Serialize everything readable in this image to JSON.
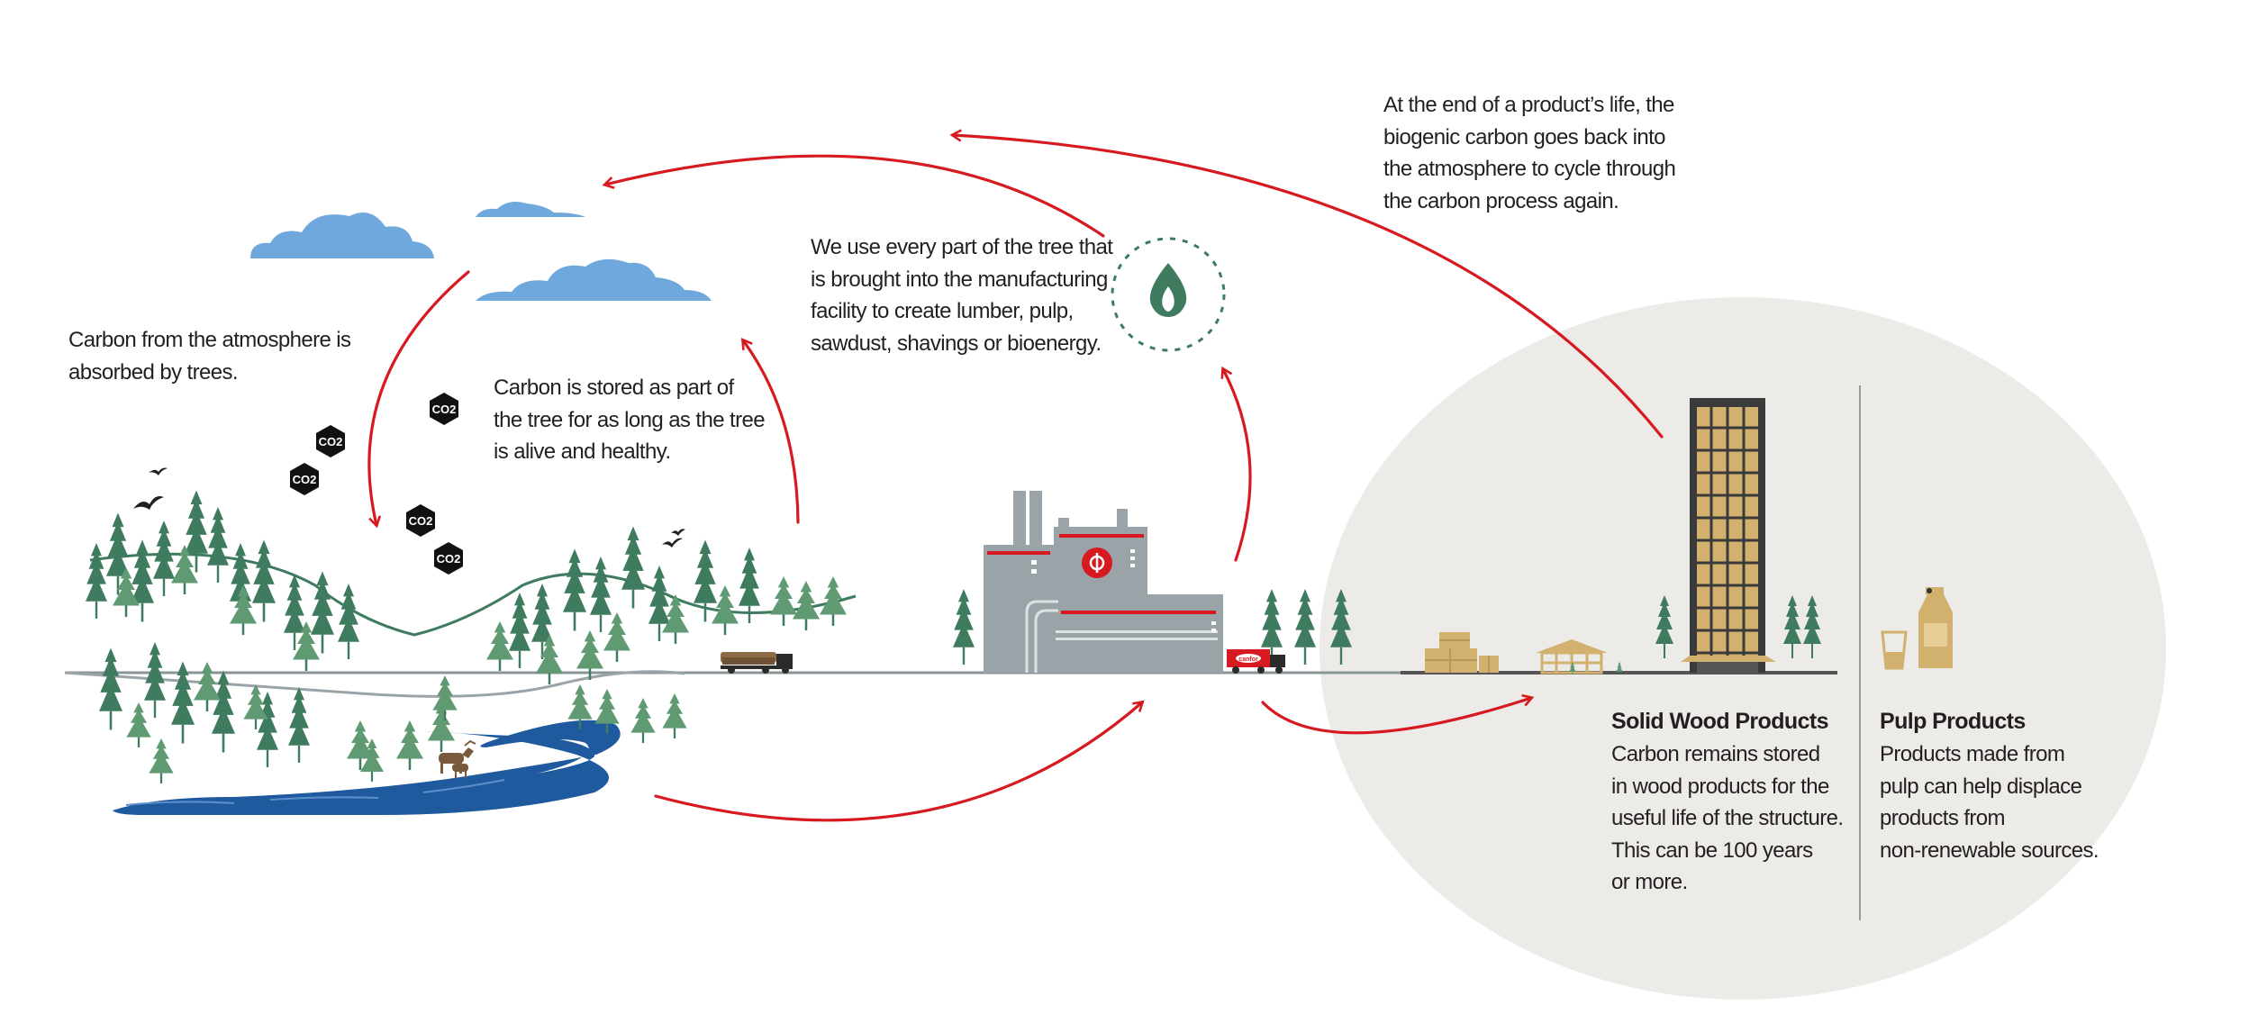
{
  "captions": {
    "absorbed": "Carbon from the atmosphere is\nabsorbed by trees.",
    "stored": "Carbon is stored as part of\nthe tree for as long as the tree\nis alive and healthy.",
    "manufacturing": "We use every part of the tree that\nis brought into the manufacturing\nfacility to create lumber, pulp,\nsawdust, shavings or bioenergy.",
    "end_of_life": "At the end of a product’s life, the\nbiogenic carbon goes back into\nthe atmosphere to cycle through\nthe carbon process again."
  },
  "solid_wood": {
    "title": "Solid Wood Products",
    "body": "Carbon remains stored\nin wood products for the\nuseful life of the structure.\nThis can be 100 years\nor more."
  },
  "pulp": {
    "title": "Pulp Products",
    "body": "Products made from\npulp can help displace\nproducts from\nnon-renewable sources."
  },
  "co2_badge": "CO2",
  "truck_logo": "canfor",
  "icons": [
    "cloud-icon",
    "co2-badge-icon",
    "bird-icon",
    "moose-icon",
    "log-truck-icon",
    "factory-icon",
    "flame-icon",
    "product-truck-icon",
    "lumber-stack-icon",
    "house-frame-icon",
    "tall-wood-tower-icon",
    "pulp-cup-icon",
    "milk-carton-icon"
  ],
  "colors": {
    "arrow": "#d71920",
    "tree": "#3f7b5f",
    "tree_light": "#5f9a73",
    "cloud": "#6fa8dc",
    "river": "#1f5a9e",
    "factory": "#9aa3a8",
    "products_bg": "#ecebe8",
    "wood": "#d2b06e"
  }
}
